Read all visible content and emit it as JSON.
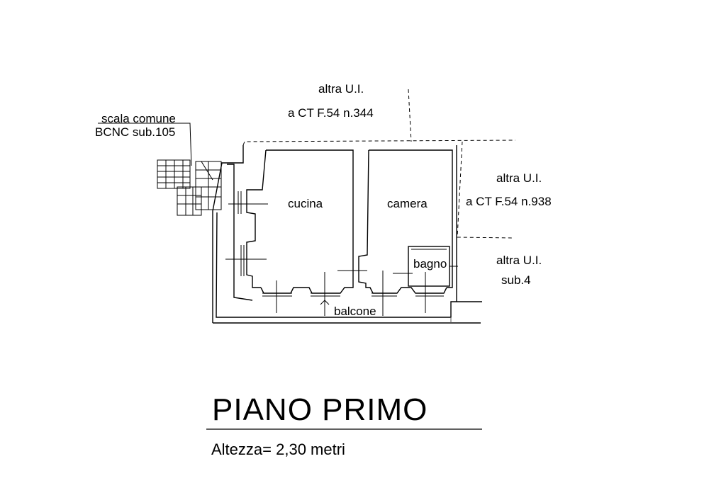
{
  "labels": {
    "neighbor_top_line1": "altra U.I.",
    "neighbor_top_line2": "a CT F.54 n.344",
    "neighbor_right_line1": "altra U.I.",
    "neighbor_right_line2": "a CT F.54 n.938",
    "neighbor_lower_line1": "altra U.I.",
    "neighbor_lower_line2": "sub.4",
    "stair_line1": "scala comune",
    "stair_line2": "BCNC sub.105"
  },
  "rooms": {
    "kitchen": "cucina",
    "bedroom": "camera",
    "bathroom": "bagno",
    "balcony": "balcone"
  },
  "title": "PIANO  PRIMO",
  "height_note": "Altezza= 2,30 metri"
}
